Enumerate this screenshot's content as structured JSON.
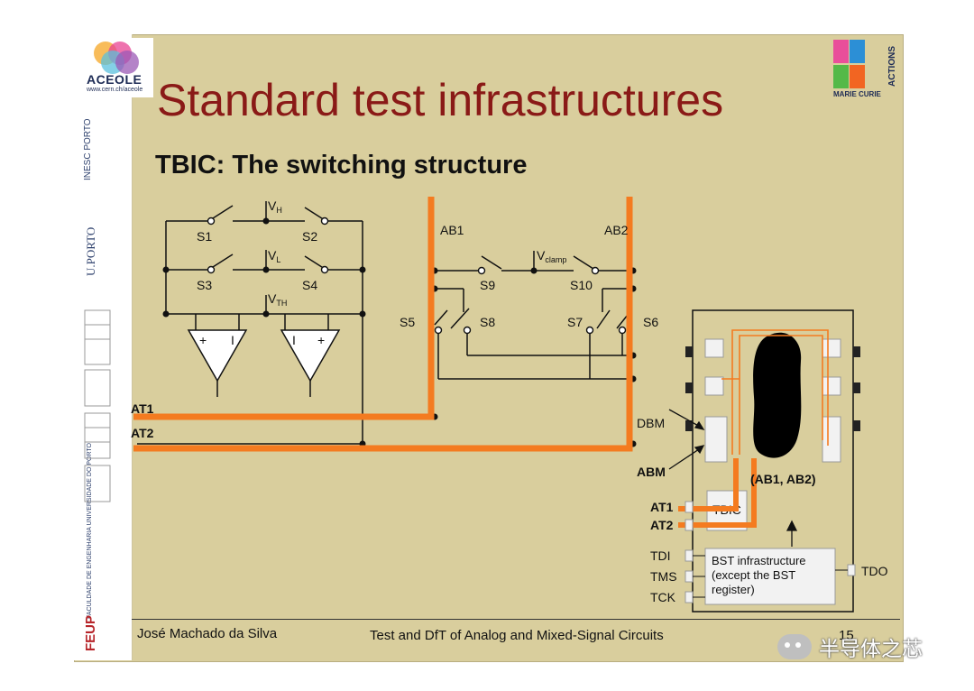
{
  "header": {
    "title": "Standard test infrastructures",
    "subtitle": "TBIC: The switching structure"
  },
  "logos": {
    "aceole_name": "ACEOLE",
    "aceole_url": "www.cern.ch/aceole",
    "inesc": "INESC PORTO",
    "uporto": "U.PORTO",
    "faculty": "FACULDADE DE ENGENHARIA UNIVERSIDADE DO PORTO",
    "feup": "FEUP",
    "marie_curie": "MARIE CURIE",
    "actions": "ACTIONS"
  },
  "schematic": {
    "switch_labels": [
      "S1",
      "S2",
      "S3",
      "S4",
      "S5",
      "S6",
      "S7",
      "S8",
      "S9",
      "S10"
    ],
    "voltage_vh": "V",
    "voltage_vh_sub": "H",
    "voltage_vl": "V",
    "voltage_vl_sub": "L",
    "voltage_vth": "V",
    "voltage_vth_sub": "TH",
    "voltage_vclamp": "V",
    "voltage_vclamp_sub": "clamp",
    "bus_ab1": "AB1",
    "bus_ab2": "AB2",
    "bus_at1": "AT1",
    "bus_at2": "AT2",
    "comp_plus": "+",
    "comp_minus": "I"
  },
  "chip": {
    "dbm": "DBM",
    "abm": "ABM",
    "ab_pair": "(AB1, AB2)",
    "at1": "AT1",
    "at2": "AT2",
    "tbic": "TBIC",
    "tdi": "TDI",
    "tms": "TMS",
    "tck": "TCK",
    "tdo": "TDO",
    "bst_line1": "BST infrastructure",
    "bst_line2": "(except the BST",
    "bst_line3": "register)"
  },
  "footer": {
    "author": "José Machado da Silva",
    "course": "Test and DfT of Analog and Mixed-Signal Circuits",
    "page": "15"
  },
  "watermark": {
    "text": "半导体之芯"
  },
  "colors": {
    "slide_bg": "#d9ce9d",
    "title": "#8a1a17",
    "bus_orange": "#f47b20"
  }
}
